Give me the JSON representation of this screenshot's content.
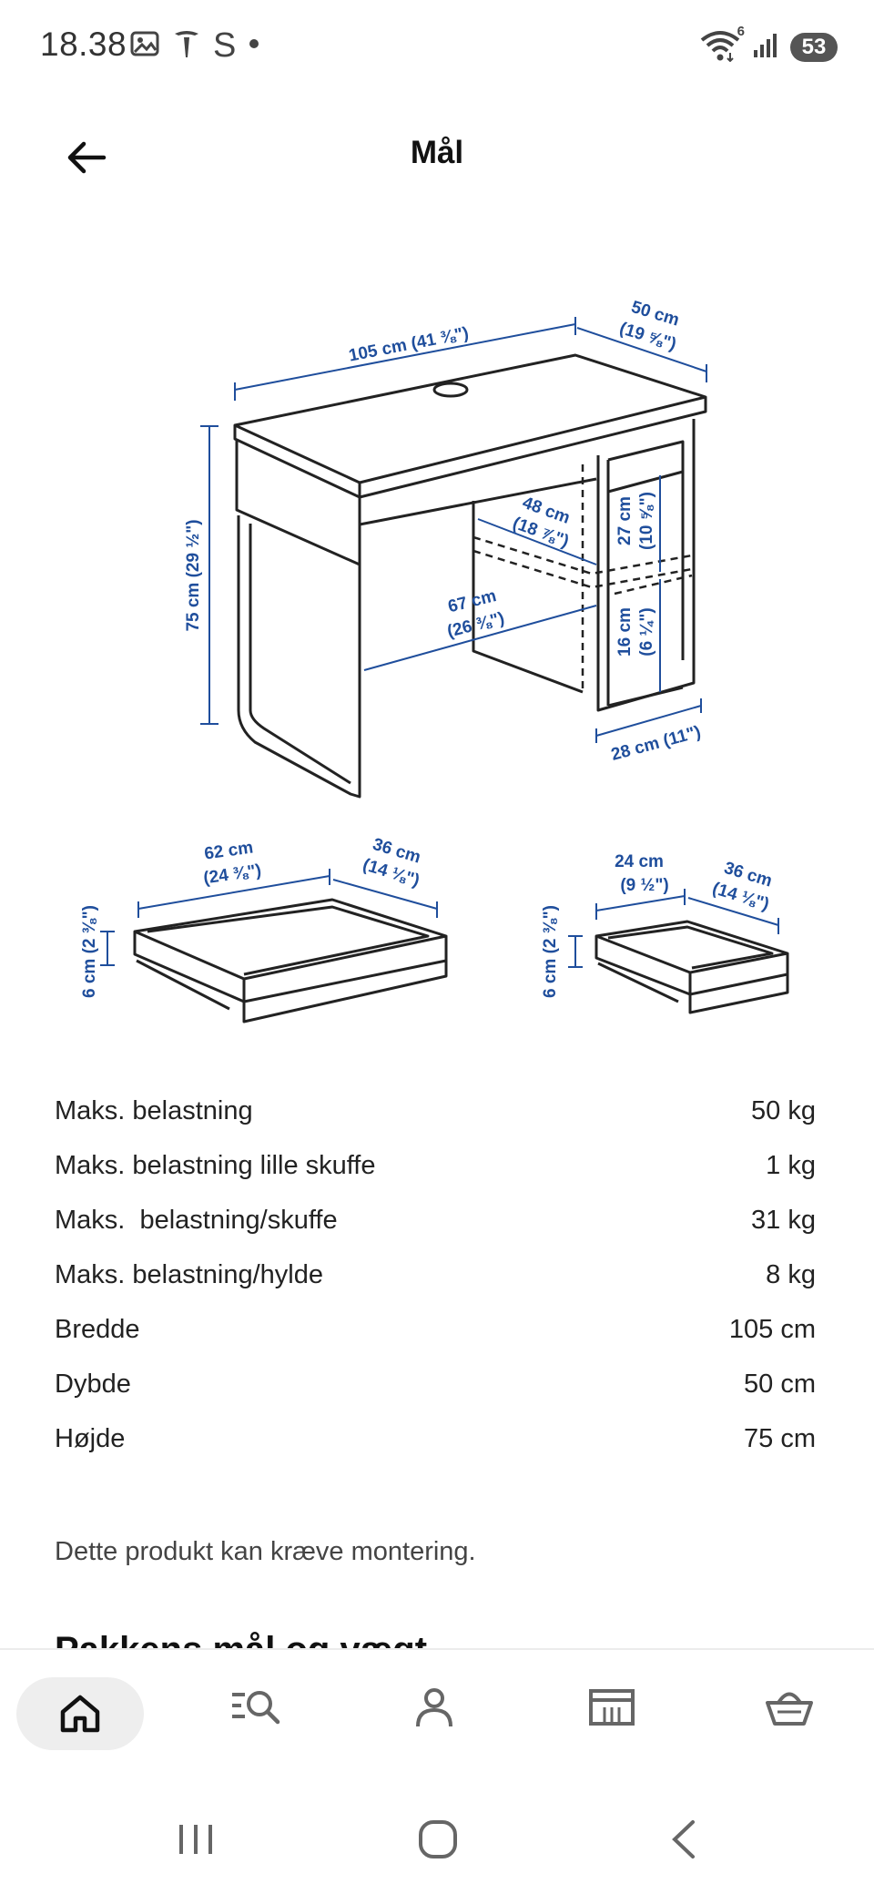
{
  "status_bar": {
    "time": "18.38",
    "battery": "53",
    "network_badge": "6",
    "left_icons": [
      "gallery-icon",
      "tesla-icon",
      "s-app-icon",
      "dot-icon"
    ],
    "right_icons": [
      "wifi-icon",
      "signal-icon",
      "battery-icon"
    ]
  },
  "header": {
    "title": "Mål"
  },
  "diagram": {
    "desk": {
      "width": "105 cm (41 ⅜\")",
      "depth_line1": "50 cm",
      "depth_line2": "(19 ⅝\")",
      "height": "75 cm (29 ½\")",
      "inner_depth_line1": "48 cm",
      "inner_depth_line2": "(18 ⅞\")",
      "inner_width_line1": "67 cm",
      "inner_width_line2": "(26 ⅜\")",
      "shelf_upper_line1": "27 cm",
      "shelf_upper_line2": "(10 ⅝\")",
      "shelf_lower_line1": "16 cm",
      "shelf_lower_line2": "(6 ¼\")",
      "cabinet_width": "28 cm (11\")"
    },
    "large_drawer": {
      "width_line1": "62 cm",
      "width_line2": "(24 ⅜\")",
      "depth_line1": "36 cm",
      "depth_line2": "(14 ⅛\")",
      "height": "6 cm (2 ⅜\")"
    },
    "small_drawer": {
      "width_line1": "24 cm",
      "width_line2": "(9 ½\")",
      "depth_line1": "36 cm",
      "depth_line2": "(14 ⅛\")",
      "height": "6 cm (2 ⅜\")"
    }
  },
  "specs": [
    {
      "label": "Maks. belastning",
      "value": "50 kg"
    },
    {
      "label": "Maks. belastning lille skuffe",
      "value": "1 kg"
    },
    {
      "label": "Maks.  belastning/skuffe",
      "value": "31 kg"
    },
    {
      "label": "Maks. belastning/hylde",
      "value": "8 kg"
    },
    {
      "label": "Bredde",
      "value": "105 cm"
    },
    {
      "label": "Dybde",
      "value": "50 cm"
    },
    {
      "label": "Højde",
      "value": "75 cm"
    }
  ],
  "note": "Dette produkt kan kræve montering.",
  "next_section_title": "Pakkens mål og vægt",
  "bottom_nav": {
    "items": [
      "home-icon",
      "search-list-icon",
      "profile-icon",
      "store-icon",
      "basket-icon"
    ],
    "active": "home-icon"
  },
  "colors": {
    "dimension_blue": "#1f4e9c",
    "text": "#222222",
    "nav_active_bg": "#eeeeee"
  }
}
